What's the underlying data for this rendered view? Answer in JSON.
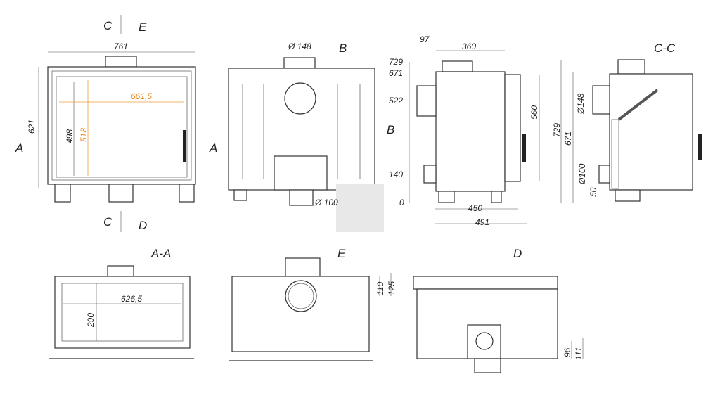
{
  "front_view": {
    "sec_c_top": "C",
    "sec_e": "E",
    "width": "761",
    "inner_width": "661,5",
    "height": "621",
    "inner_h1": "498",
    "inner_h2": "518",
    "sec_a_left": "A",
    "sec_a_right": "A",
    "sec_c_bottom": "C",
    "sec_d": "D"
  },
  "view_b": {
    "title": "B",
    "flue_top": "Ø 148",
    "flue_bottom": "Ø 100"
  },
  "side_view": {
    "d97": "97",
    "d360": "360",
    "h729": "729",
    "h671": "671",
    "h522": "522",
    "arrow_b": "B",
    "h140": "140",
    "h0": "0",
    "d450": "450",
    "d491": "491",
    "h560": "560"
  },
  "section_cc": {
    "title": "C-C",
    "h729": "729",
    "h671": "671",
    "flue148": "Ø148",
    "flue100": "Ø100",
    "h50": "50"
  },
  "section_aa": {
    "title": "A-A",
    "width": "626,5",
    "height": "290"
  },
  "view_e": {
    "title": "E",
    "d110": "110",
    "d125": "125"
  },
  "view_d": {
    "title": "D",
    "d96": "96",
    "d111": "111"
  },
  "colors": {
    "accent": "#f08a24",
    "line": "#333333"
  }
}
